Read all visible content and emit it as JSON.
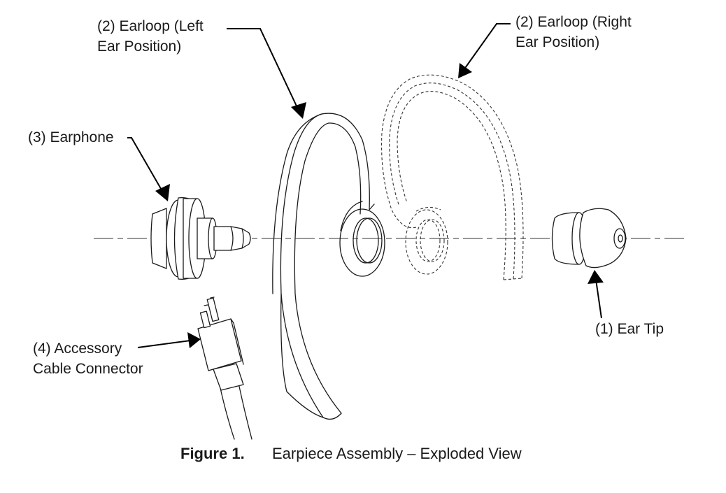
{
  "callouts": {
    "earloop_left": {
      "line1": "(2) Earloop (Left",
      "line2": "Ear Position)"
    },
    "earloop_right": {
      "line1": "(2) Earloop (Right",
      "line2": "Ear Position)"
    },
    "earphone": "(3) Earphone",
    "connector": {
      "line1": "(4) Accessory",
      "line2": "Cable Connector"
    },
    "ear_tip": "(1) Ear Tip"
  },
  "caption": {
    "number": "Figure 1.",
    "title": "Earpiece Assembly – Exploded View"
  }
}
